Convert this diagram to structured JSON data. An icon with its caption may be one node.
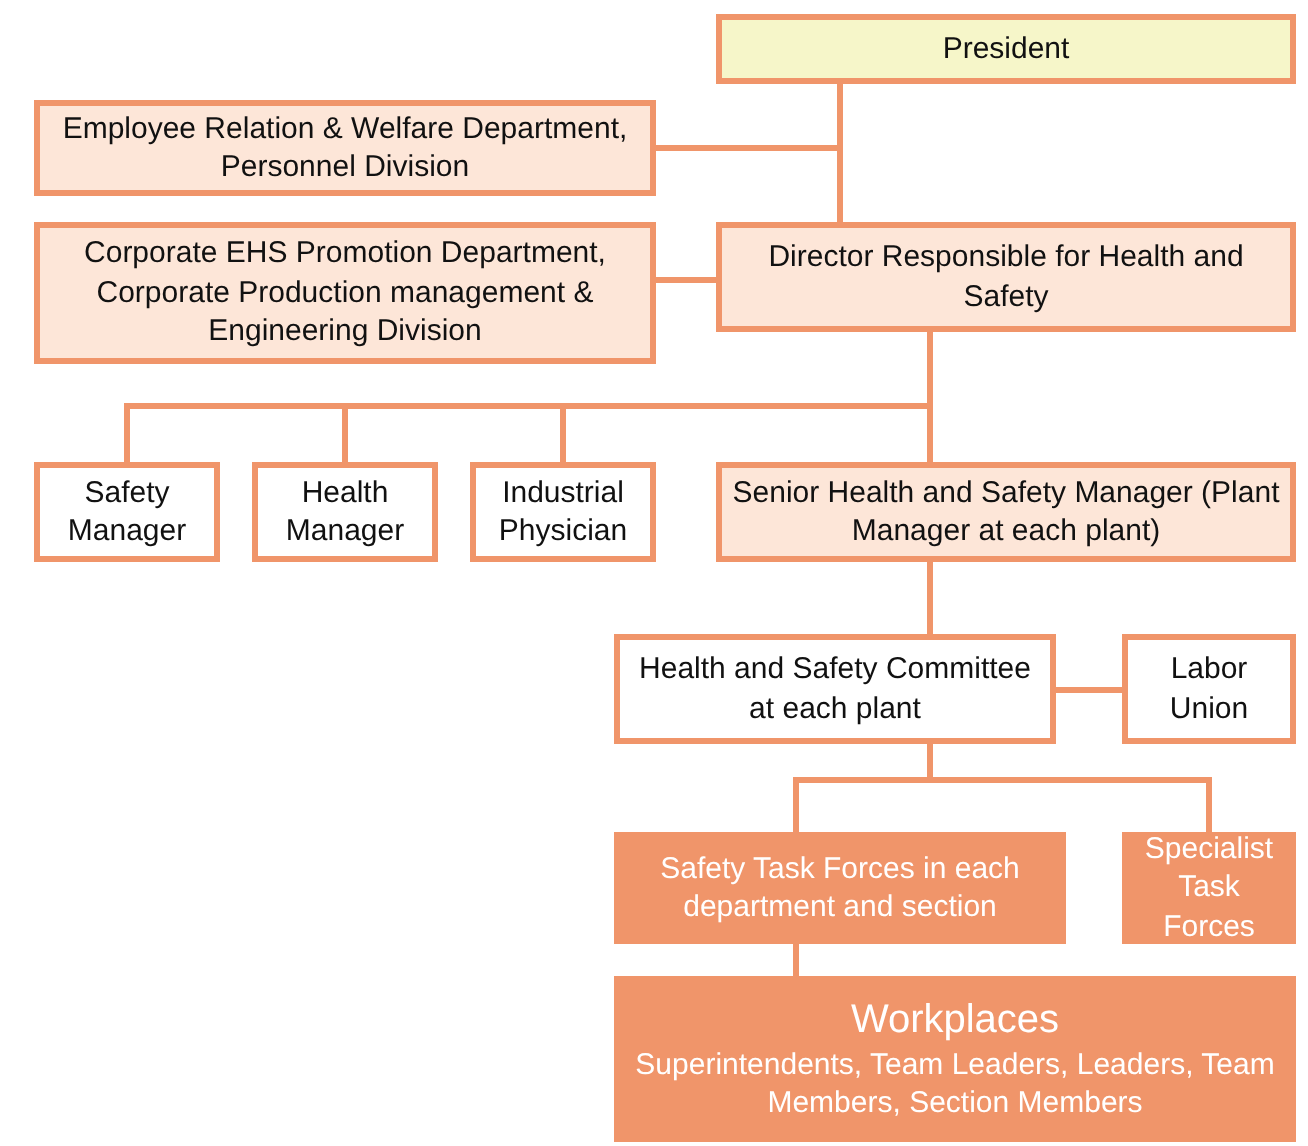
{
  "diagram": {
    "nodes": [
      {
        "text": [
          "President"
        ]
      },
      {
        "text": [
          "Employee Relation & Welfare Department, Personnel Division"
        ]
      },
      {
        "text": [
          "Corporate EHS Promotion Department, Corporate Production management & Engineering Division"
        ]
      },
      {
        "text": [
          "Director Responsible for Health and Safety"
        ]
      },
      {
        "text": [
          "Safety Manager"
        ]
      },
      {
        "text": [
          "Health Manager"
        ]
      },
      {
        "text": [
          "Industrial Physician"
        ]
      },
      {
        "text": [
          "Senior Health and Safety Manager (Plant Manager at each plant)"
        ]
      },
      {
        "text": [
          "Health and Safety Committee at each plant"
        ]
      },
      {
        "text": [
          "Labor Union"
        ]
      },
      {
        "text": [
          "Safety Task Forces in each department and section"
        ]
      },
      {
        "text": [
          "Specialist Task Forces"
        ]
      },
      {
        "text": [
          "Workplaces",
          "Superintendents, Team Leaders, Leaders, Team Members, Section Members"
        ]
      }
    ],
    "edges": [
      {
        "from": 0,
        "to": 3,
        "arrow": "none"
      },
      {
        "from": 0,
        "to": 1,
        "arrow": "none"
      },
      {
        "from": 3,
        "to": 2,
        "arrow": "none"
      },
      {
        "from": 3,
        "to": 4,
        "arrow": "none"
      },
      {
        "from": 3,
        "to": 5,
        "arrow": "none"
      },
      {
        "from": 3,
        "to": 6,
        "arrow": "none"
      },
      {
        "from": 3,
        "to": 7,
        "arrow": "none"
      },
      {
        "from": 7,
        "to": 8,
        "arrow": "none"
      },
      {
        "from": 8,
        "to": 9,
        "arrow": "none"
      },
      {
        "from": 8,
        "to": 10,
        "arrow": "none"
      },
      {
        "from": 8,
        "to": 11,
        "arrow": "none"
      },
      {
        "from": 10,
        "to": 12,
        "arrow": "none"
      }
    ]
  }
}
